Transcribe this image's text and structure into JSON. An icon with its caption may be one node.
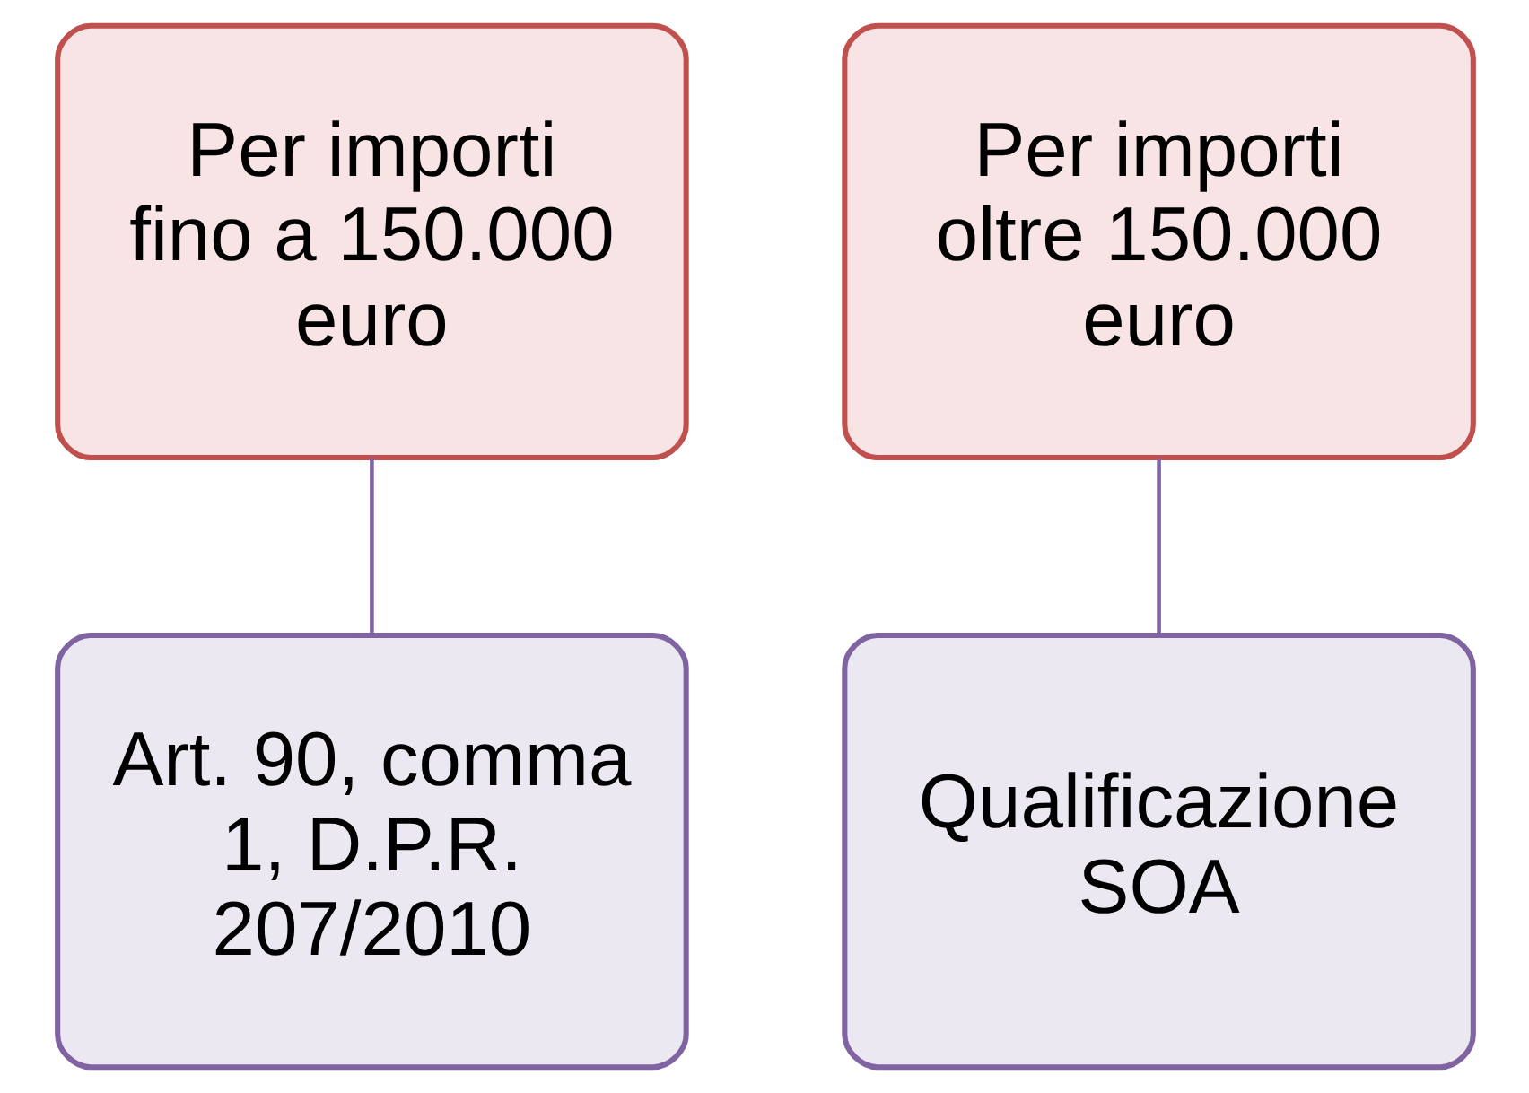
{
  "diagram": {
    "nodes": [
      {
        "text": [
          "Per importi fino a 150.000 euro"
        ]
      },
      {
        "text": [
          "Art. 90, comma 1, D.P.R. 207/2010"
        ]
      },
      {
        "text": [
          "Per importi oltre 150.000 euro"
        ]
      },
      {
        "text": [
          "Qualificazione SOA"
        ]
      }
    ],
    "edges": [
      {
        "from": 0,
        "to": 1,
        "arrow": "none"
      },
      {
        "from": 2,
        "to": 3,
        "arrow": "none"
      }
    ]
  }
}
